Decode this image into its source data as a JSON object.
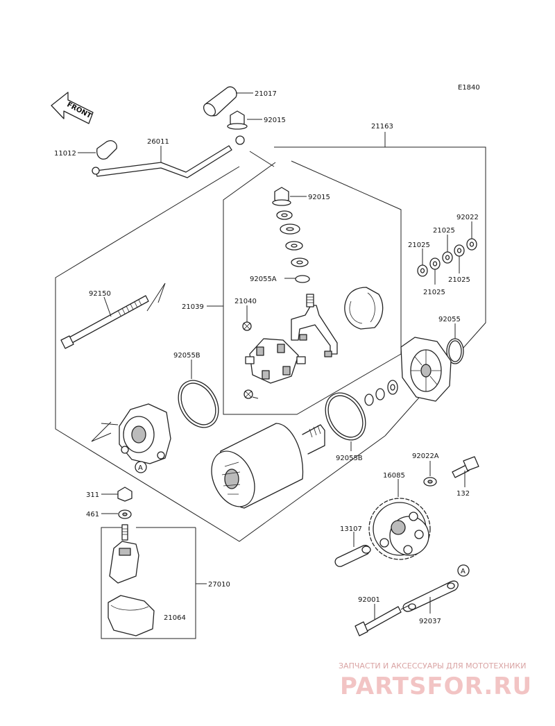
{
  "diagram_code": "E1840",
  "front_label": "FRONT",
  "callouts": {
    "c21017": "21017",
    "c92015a": "92015",
    "c21163": "21163",
    "c11012": "11012",
    "c26011": "26011",
    "c92015b": "92015",
    "c92022": "92022",
    "c21025a": "21025",
    "c21025b": "21025",
    "c21025c": "21025",
    "c21025d": "21025",
    "c92055A": "92055A",
    "c92150": "92150",
    "c21039": "21039",
    "c21040": "21040",
    "c92055": "92055",
    "c92055Ba": "92055B",
    "c92055Bb": "92055B",
    "c92022A": "92022A",
    "c16085": "16085",
    "c132": "132",
    "c311": "311",
    "c461": "461",
    "c13107": "13107",
    "c27010": "27010",
    "c21064": "21064",
    "c92001": "92001",
    "c92037": "92037",
    "ref_a1": "A",
    "ref_a2": "A"
  },
  "watermark": {
    "tagline": "ЗАПЧАСТИ И АКСЕССУАРЫ ДЛЯ МОТОТЕХНИКИ",
    "logo": "PARTSFOR.RU"
  }
}
